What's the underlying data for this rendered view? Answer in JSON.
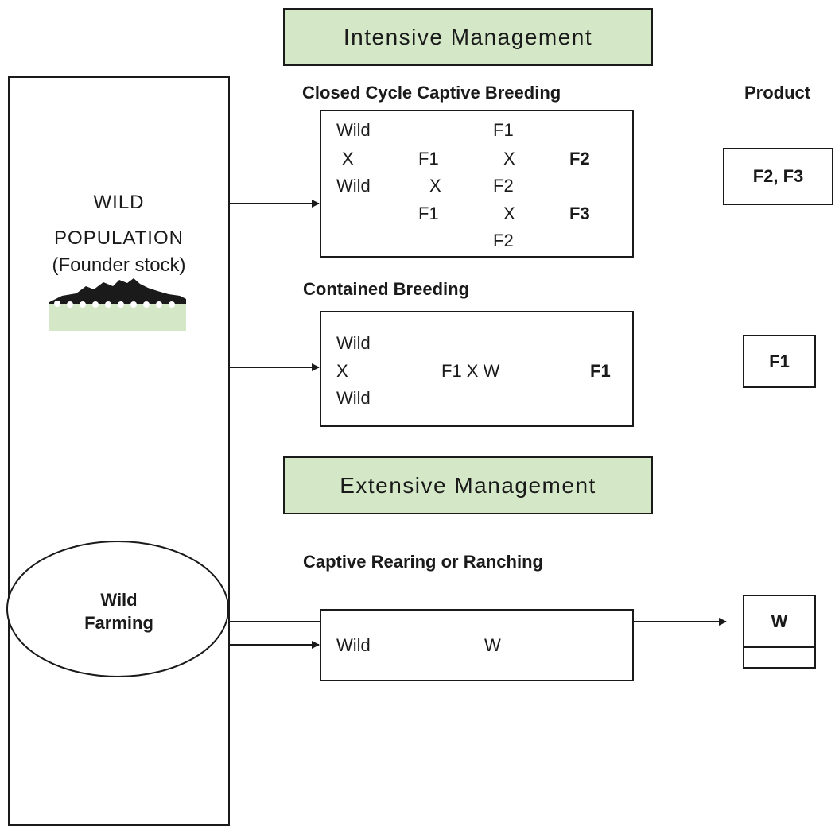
{
  "wild_population": {
    "line1": "WILD",
    "line2": "POPULATION",
    "line3": "(Founder stock)",
    "water_color": "#d4e8c8"
  },
  "wild_farming": {
    "line1": "Wild",
    "line2": "Farming"
  },
  "intensive": {
    "label": "Intensive Management"
  },
  "extensive": {
    "label": "Extensive Management"
  },
  "product_header": "Product",
  "closed_cycle": {
    "heading": "Closed Cycle Captive Breeding",
    "wild1": "Wild",
    "x1": "X",
    "wild2": "Wild",
    "f1a": "F1",
    "x2": "X",
    "f1b": "F1",
    "f1c": "F1",
    "x3": "X",
    "f2a": "F2",
    "x4": "X",
    "f2b": "F2",
    "out1": "F2",
    "out2": "F3"
  },
  "contained": {
    "heading": "Contained Breeding",
    "wild1": "Wild",
    "x1": "X",
    "wild2": "Wild",
    "mid": "F1 X W",
    "out": "F1"
  },
  "ranching": {
    "heading": "Captive Rearing or Ranching",
    "wild": "Wild",
    "out": "W"
  },
  "products": {
    "closed": "F2, F3",
    "contained": "F1",
    "ranching": "W",
    "farming": "W"
  },
  "colors": {
    "panel_green": "#d4e8c8",
    "line": "#1a1a1a"
  }
}
